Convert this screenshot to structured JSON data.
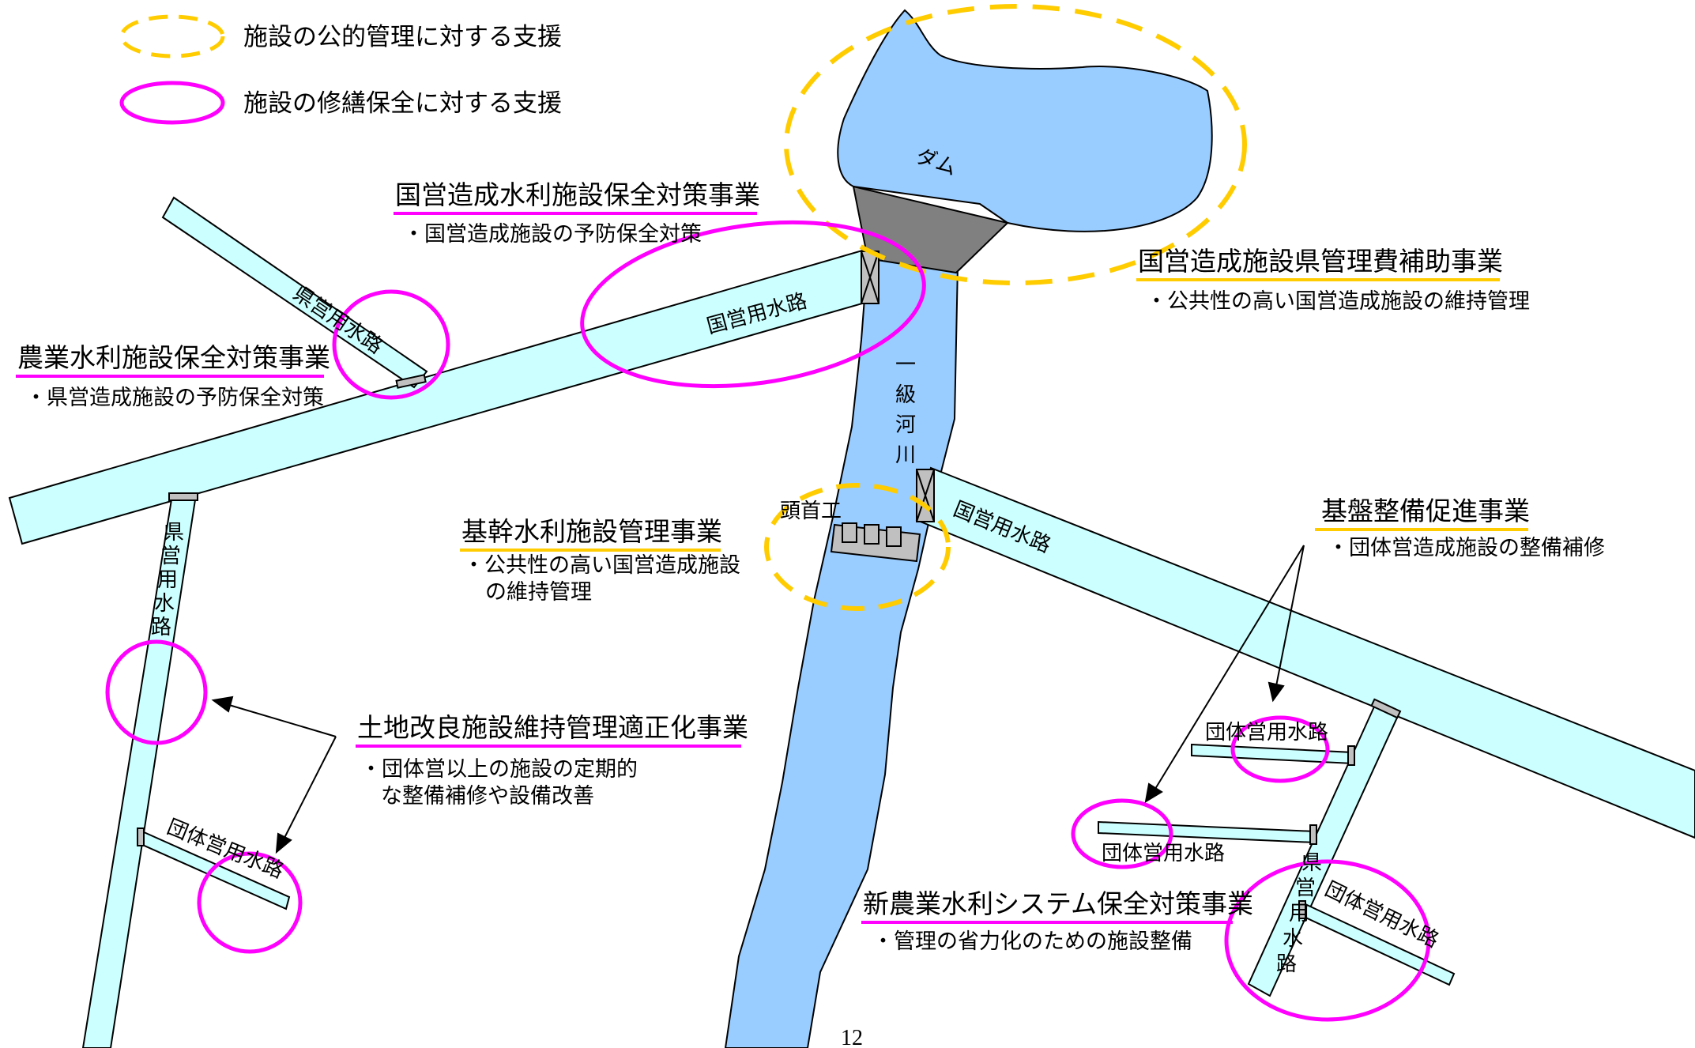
{
  "colors": {
    "water": "#99ccff",
    "canal": "#ccffff",
    "dam": "#808080",
    "weir": "#c0c0c0",
    "public_support": "#ffcc00",
    "repair_support": "#ff00ff",
    "outline": "#000000"
  },
  "legend": {
    "public_management": "施設の公的管理に対する支援",
    "repair_conservation": "施設の修繕保全に対する支援"
  },
  "facilities": {
    "dam": "ダム",
    "river": [
      "一",
      "級",
      "河",
      "川"
    ],
    "headworks": "頭首工",
    "national_canal": "国営用水路",
    "pref_canal": "県営用水路",
    "pref_canal_vertical": [
      "県",
      "営",
      "用",
      "水",
      "路"
    ],
    "group_canal": "団体営用水路"
  },
  "programs": {
    "national_conservation": {
      "title": "国営造成水利施設保全対策事業",
      "desc": "・国営造成施設の予防保全対策"
    },
    "national_pref_subsidy": {
      "title": "国営造成施設県管理費補助事業",
      "desc": "・公共性の高い国営造成施設の維持管理"
    },
    "agri_conservation": {
      "title": "農業水利施設保全対策事業",
      "desc": "・県営造成施設の予防保全対策"
    },
    "core_management": {
      "title": "基幹水利施設管理事業",
      "desc_line1": "・公共性の高い国営造成施設",
      "desc_line2": "の維持管理"
    },
    "base_promotion": {
      "title": "基盤整備促進事業",
      "desc": "・団体営造成施設の整備補修"
    },
    "land_improvement": {
      "title": "土地改良施設維持管理適正化事業",
      "desc_line1": "・団体営以上の施設の定期的",
      "desc_line2": "な整備補修や設備改善"
    },
    "new_system": {
      "title": "新農業水利システム保全対策事業",
      "desc": "・管理の省力化のための施設整備"
    }
  },
  "page_number": "12"
}
